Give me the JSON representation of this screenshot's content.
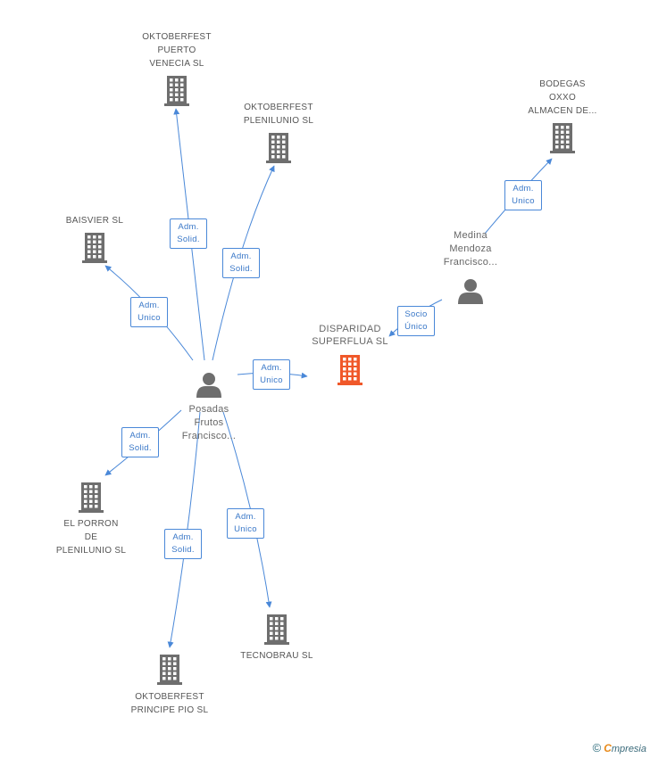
{
  "nodes": [
    {
      "id": "posadas",
      "kind": "person",
      "lines": [
        "Posadas",
        "Frutos",
        "Francisco..."
      ]
    },
    {
      "id": "medina",
      "kind": "person",
      "lines": [
        "Medina",
        "Mendoza",
        "Francisco..."
      ]
    },
    {
      "id": "disparidad",
      "kind": "company-main",
      "lines": [
        "DISPARIDAD",
        "SUPERFLUA SL"
      ]
    },
    {
      "id": "puerto-venecia",
      "kind": "company",
      "lines": [
        "OKTOBERFEST",
        "PUERTO",
        "VENECIA SL"
      ]
    },
    {
      "id": "plenilunio",
      "kind": "company",
      "lines": [
        "OKTOBERFEST",
        "PLENILUNIO SL"
      ]
    },
    {
      "id": "bodegas",
      "kind": "company",
      "lines": [
        "BODEGAS",
        "OXXO",
        "ALMACEN DE..."
      ]
    },
    {
      "id": "baisvier",
      "kind": "company",
      "lines": [
        "BAISVIER SL"
      ]
    },
    {
      "id": "porron",
      "kind": "company",
      "lines": [
        "EL PORRON",
        "DE",
        "PLENILUNIO SL"
      ]
    },
    {
      "id": "principe-pio",
      "kind": "company",
      "lines": [
        "OKTOBERFEST",
        "PRINCIPE PIO SL"
      ]
    },
    {
      "id": "tecnobrau",
      "kind": "company",
      "lines": [
        "TECNOBRAU SL"
      ]
    }
  ],
  "edges": [
    {
      "from": "posadas",
      "to": "puerto-venecia",
      "lines": [
        "Adm.",
        "Solid."
      ]
    },
    {
      "from": "posadas",
      "to": "plenilunio",
      "lines": [
        "Adm.",
        "Solid."
      ]
    },
    {
      "from": "posadas",
      "to": "baisvier",
      "lines": [
        "Adm.",
        "Unico"
      ]
    },
    {
      "from": "posadas",
      "to": "disparidad",
      "lines": [
        "Adm.",
        "Unico"
      ]
    },
    {
      "from": "posadas",
      "to": "porron",
      "lines": [
        "Adm.",
        "Solid."
      ]
    },
    {
      "from": "posadas",
      "to": "principe-pio",
      "lines": [
        "Adm.",
        "Solid."
      ]
    },
    {
      "from": "posadas",
      "to": "tecnobrau",
      "lines": [
        "Adm.",
        "Unico"
      ]
    },
    {
      "from": "medina",
      "to": "bodegas",
      "lines": [
        "Adm.",
        "Unico"
      ]
    },
    {
      "from": "medina",
      "to": "disparidad",
      "lines": [
        "Socio",
        "Único"
      ]
    }
  ],
  "colors": {
    "edge": "#4a88d8",
    "company_icon": "#6e6e6e",
    "main_company_icon": "#f0582a",
    "person_icon": "#6e6e6e"
  },
  "footer": {
    "copyright": "©",
    "brand_first": "C",
    "brand_rest": "mpresia"
  }
}
